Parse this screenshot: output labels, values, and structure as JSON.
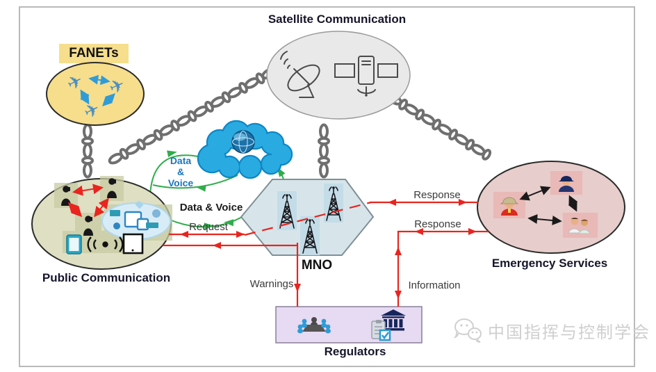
{
  "nodes": {
    "satellite": {
      "label": "Satellite Communication"
    },
    "fanets": {
      "label": "FANETs"
    },
    "public_communication": {
      "label": "Public Communication"
    },
    "mno": {
      "label": "MNO"
    },
    "emergency_services": {
      "label": "Emergency Services"
    },
    "regulators": {
      "label": "Regulators"
    }
  },
  "links": {
    "cloud_link": {
      "line1": "Data",
      "line2": "&",
      "line3": "Voice"
    },
    "direct_link": "Data & Voice",
    "request": "Request",
    "response_top": "Response",
    "response_bottom": "Response",
    "warnings": "Warnings",
    "information": "Information"
  },
  "watermark": {
    "org": "中国指挥与控制学会",
    "icon": "wechat-icon"
  },
  "colors": {
    "red": "#E8251F",
    "green": "#2FAD4A",
    "blue_label": "#1B75BC",
    "fanets_fill": "#F6DE8D",
    "satellite_fill": "#E9E9E9",
    "public_fill": "#DFDFC3",
    "mno_fill": "#D7E5EB",
    "emergency_fill": "#E7CDCB",
    "regulators_fill": "#E7DAF3",
    "cloud_fill": "#29ABE2",
    "chain": "#6F6F6F"
  }
}
